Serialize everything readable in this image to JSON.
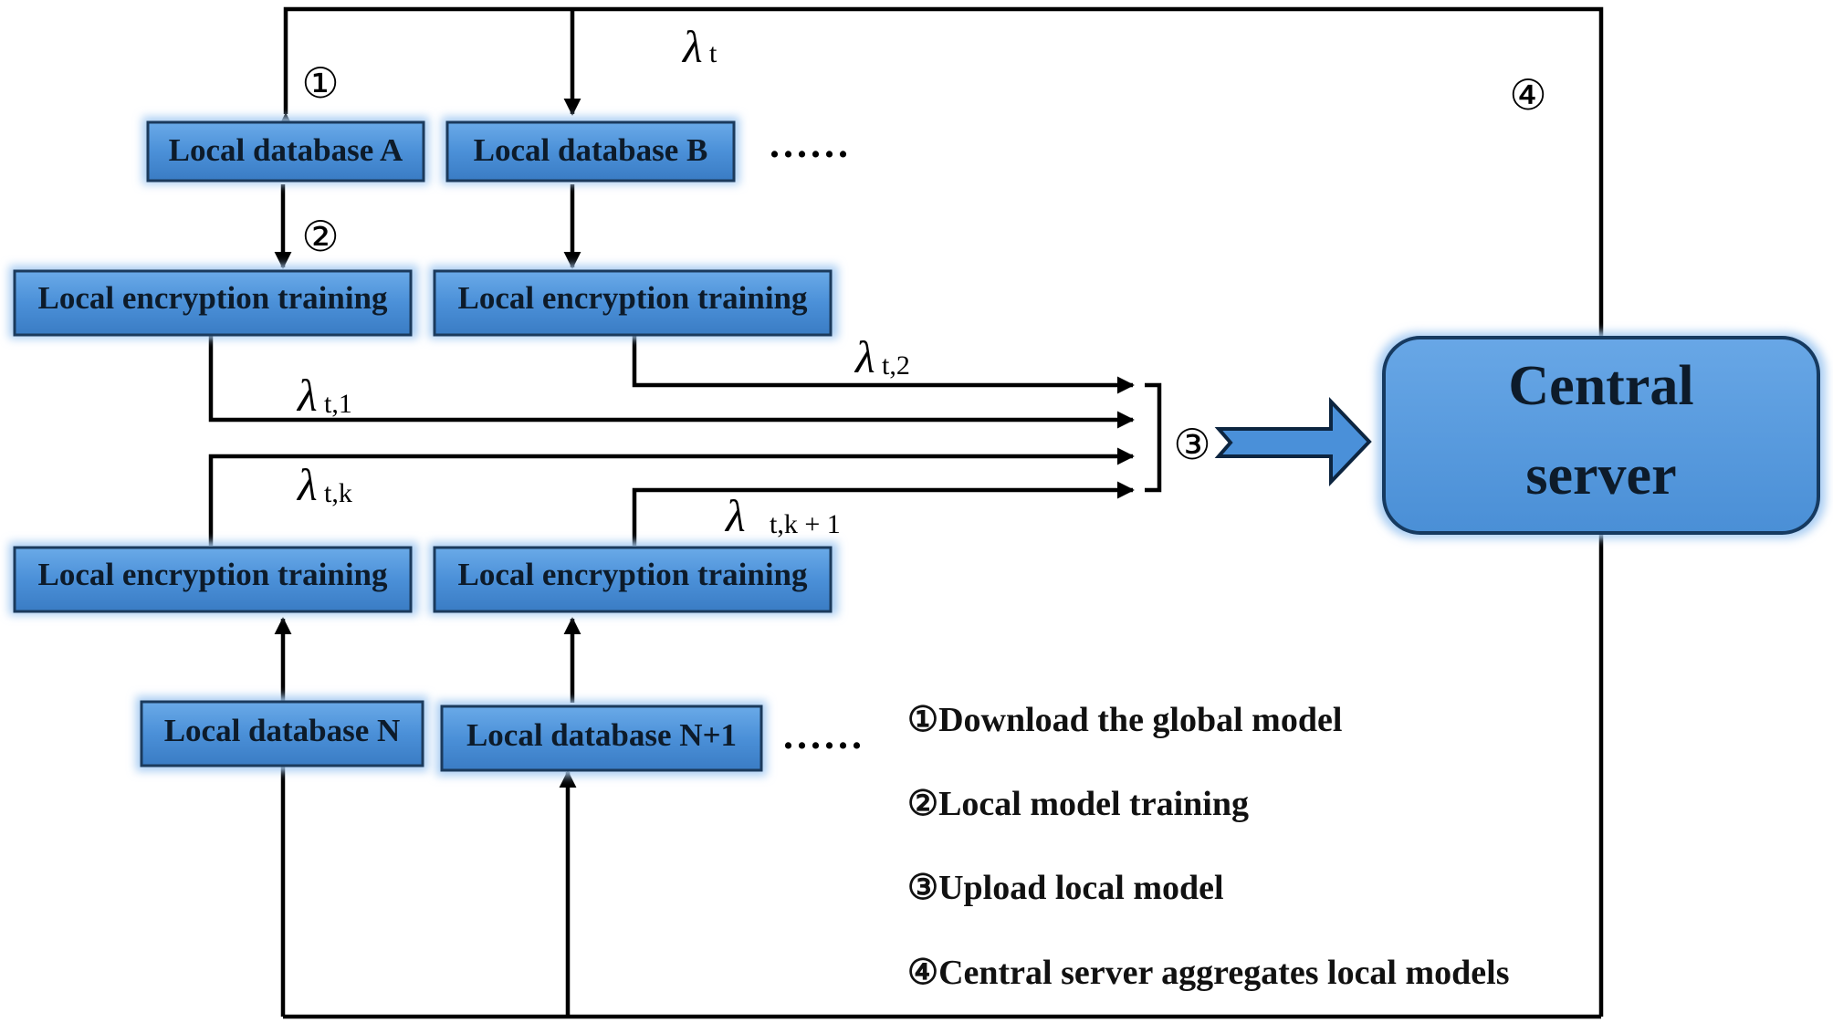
{
  "boxes": {
    "db_a": "Local database A",
    "db_b": "Local database B",
    "db_n": "Local database N",
    "db_n1": "Local database N+1",
    "train_1": "Local encryption training",
    "train_2": "Local encryption training",
    "train_k": "Local encryption training",
    "train_k1": "Local encryption training"
  },
  "server": {
    "line1": "Central",
    "line2": "server"
  },
  "ellipsis": "......",
  "step_markers": {
    "one": "①",
    "two": "②",
    "three": "③",
    "four": "④"
  },
  "lambda_labels": {
    "symbol": "λ",
    "t": "t",
    "t1": "t,1",
    "t2": "t,2",
    "tk": "t,k",
    "tk1": "t,k + 1"
  },
  "legend": {
    "item1": "①Download the global model",
    "item2": "②Local model training",
    "item3": "③Upload local model",
    "item4": "④Central server aggregates local models"
  },
  "colors": {
    "box_fill": "#4a90d9",
    "box_border": "#1b3a5c",
    "glow": "#a9cdf3",
    "line": "#000000"
  }
}
